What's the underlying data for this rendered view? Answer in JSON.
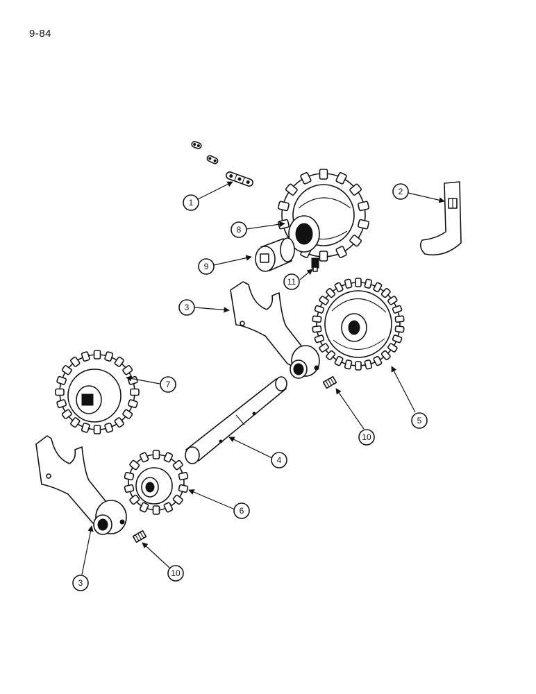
{
  "page": {
    "number": "9-84"
  },
  "callouts": {
    "c1": "1",
    "c2": "2",
    "c3a": "3",
    "c3b": "3",
    "c4": "4",
    "c5": "5",
    "c6": "6",
    "c7": "7",
    "c8": "8",
    "c9": "9",
    "c10a": "10",
    "c10b": "10",
    "c11": "11"
  }
}
